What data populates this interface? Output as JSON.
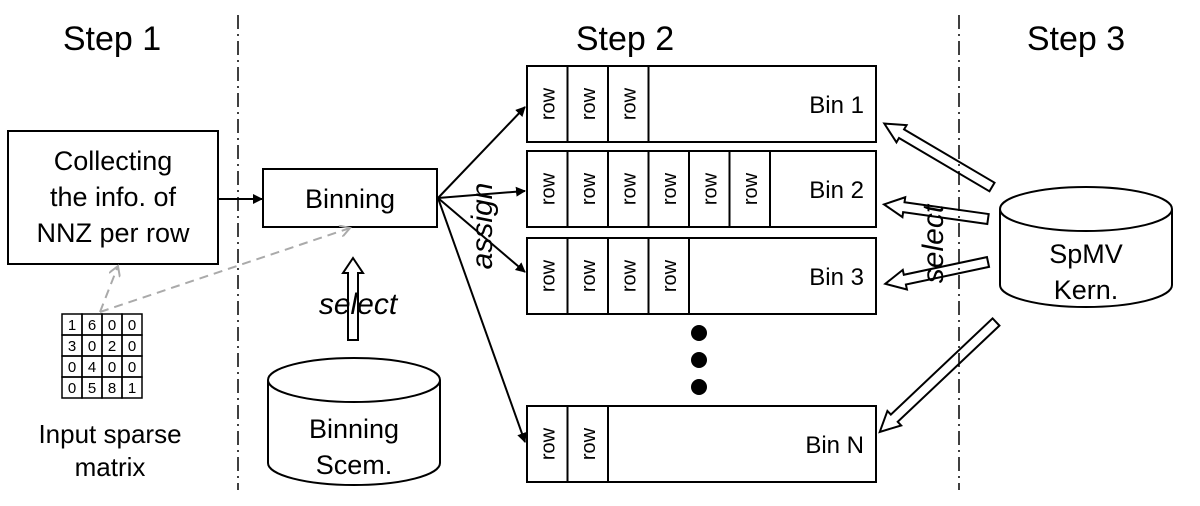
{
  "steps": [
    "Step 1",
    "Step 2",
    "Step 3"
  ],
  "collect_box": [
    "Collecting",
    "the info. of",
    "NNZ per row"
  ],
  "binning_box": "Binning",
  "matrix": [
    [
      "1",
      "6",
      "0",
      "0"
    ],
    [
      "3",
      "0",
      "2",
      "0"
    ],
    [
      "0",
      "4",
      "0",
      "0"
    ],
    [
      "0",
      "5",
      "8",
      "1"
    ]
  ],
  "matrix_caption": [
    "Input sparse",
    "matrix"
  ],
  "binning_scheme": [
    "Binning",
    "Scem."
  ],
  "spmv_kernel": [
    "SpMV",
    "Kern."
  ],
  "labels": {
    "select_left": "select",
    "assign": "assign",
    "select_right": "select"
  },
  "row_label": "row",
  "bins": [
    {
      "label": "Bin 1",
      "rows": 3
    },
    {
      "label": "Bin 2",
      "rows": 6
    },
    {
      "label": "Bin 3",
      "rows": 4
    },
    {
      "label": "Bin N",
      "rows": 2
    }
  ]
}
